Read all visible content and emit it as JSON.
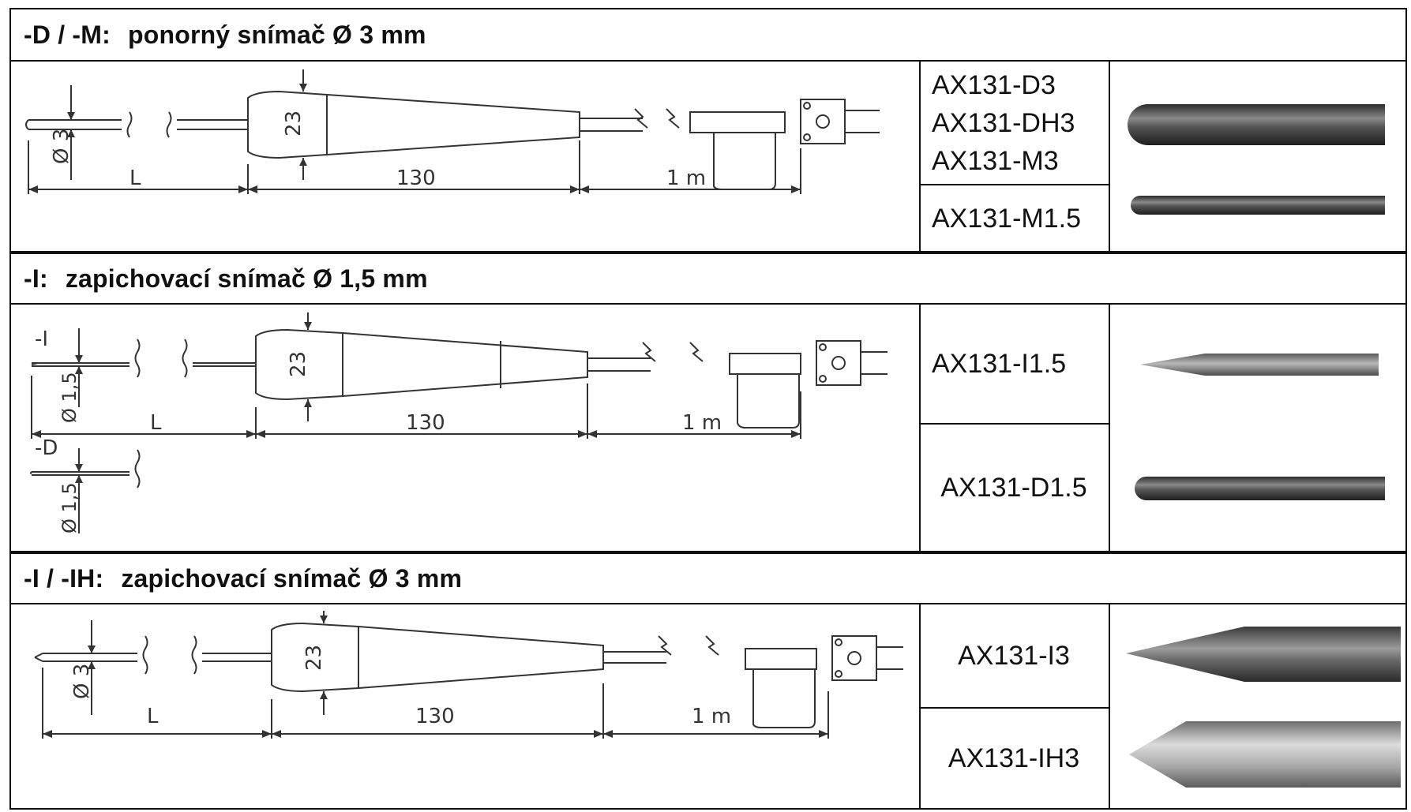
{
  "sections": [
    {
      "header_code": "-D / -M:",
      "header_text": "ponorný snímač Ø 3 mm",
      "drawing": {
        "diameter_label": "Ø 3",
        "grip_label": "23",
        "len_label": "L",
        "grip_len_label": "130",
        "cable_label": "1 m"
      },
      "models": [
        {
          "names": [
            "AX131-D3",
            "AX131-DH3",
            "AX131-M3"
          ],
          "tip": "round"
        },
        {
          "names": [
            "AX131-M1.5"
          ],
          "tip": "round-thin"
        }
      ]
    },
    {
      "header_code": "-I:",
      "header_text": "zapichovací snímač Ø 1,5 mm",
      "drawing": {
        "variant_i": "-I",
        "variant_d": "-D",
        "diameter_label": "Ø 1,5",
        "grip_label": "23",
        "len_label": "L",
        "grip_len_label": "130",
        "cable_label": "1 m"
      },
      "models": [
        {
          "names": [
            "AX131-I1.5"
          ],
          "tip": "needle"
        },
        {
          "names": [
            "AX131-D1.5"
          ],
          "tip": "round"
        }
      ]
    },
    {
      "header_code": "-I / -IH:",
      "header_text": "zapichovací snímač Ø 3 mm",
      "drawing": {
        "diameter_label": "Ø 3",
        "grip_label": "23",
        "len_label": "L",
        "grip_len_label": "130",
        "cable_label": "1 m"
      },
      "models": [
        {
          "names": [
            "AX131-I3"
          ],
          "tip": "cone"
        },
        {
          "names": [
            "AX131-IH3"
          ],
          "tip": "cone-short"
        }
      ]
    }
  ],
  "colors": {
    "border": "#111111",
    "drawing_line": "#333333",
    "metal_dark": "#3f3f3f",
    "metal_light": "#a8a8a8"
  }
}
